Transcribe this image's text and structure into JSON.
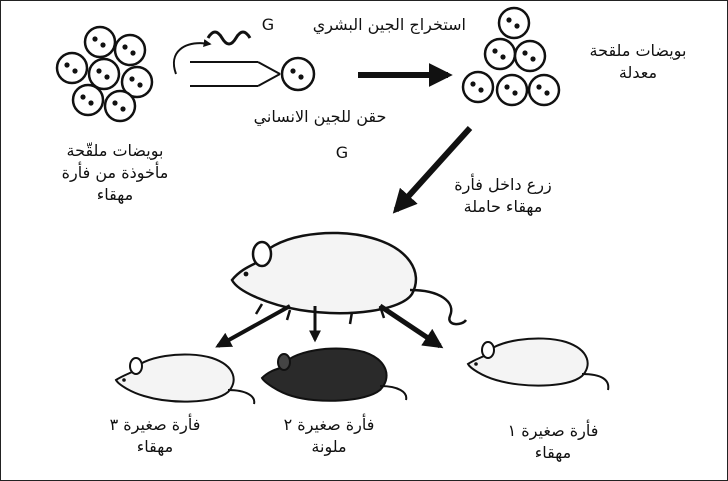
{
  "labels": {
    "extract": "استخراج الجين البشري",
    "extract_g": "G",
    "inject": "حقن للجين الانساني",
    "inject_g": "G",
    "source_eggs": "بويضات ملقّحة\nمأخوذة من فأرة\nمهقاء",
    "modified_eggs": "بويضات ملقحة\nمعدلة",
    "implant": "زرع داخل فأرة\nمهقاء حاملة",
    "pup3": "فأرة صغيرة ٣\nمهقاء",
    "pup2": "فأرة صغيرة ٢\nملونة",
    "pup1": "فأرة صغيرة ١\nمهقاء"
  },
  "colors": {
    "ink": "#111111",
    "white_mouse": "#f4f4f4",
    "dark_mouse": "#2a2a2a"
  },
  "icons": {
    "gene_strand": "tilde-wave-icon",
    "pipette": "micropipette-icon",
    "arrow": "arrow-icon"
  }
}
